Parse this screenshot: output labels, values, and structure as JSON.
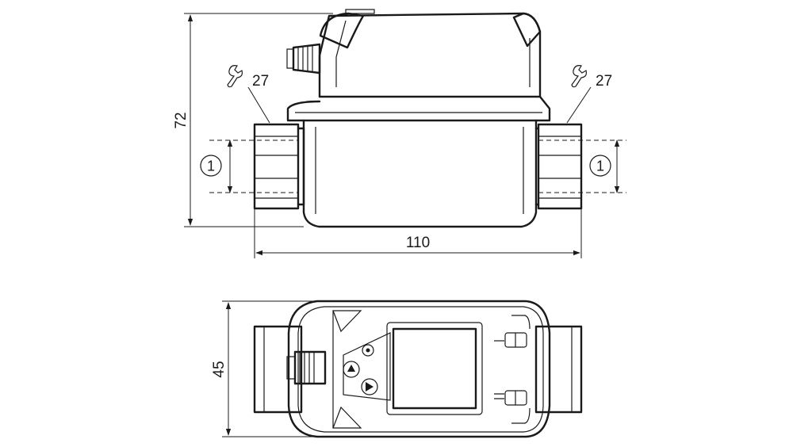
{
  "dimensions": {
    "height": "72",
    "length": "110",
    "width": "45"
  },
  "wrench_size": "27",
  "callout_marker": "1"
}
